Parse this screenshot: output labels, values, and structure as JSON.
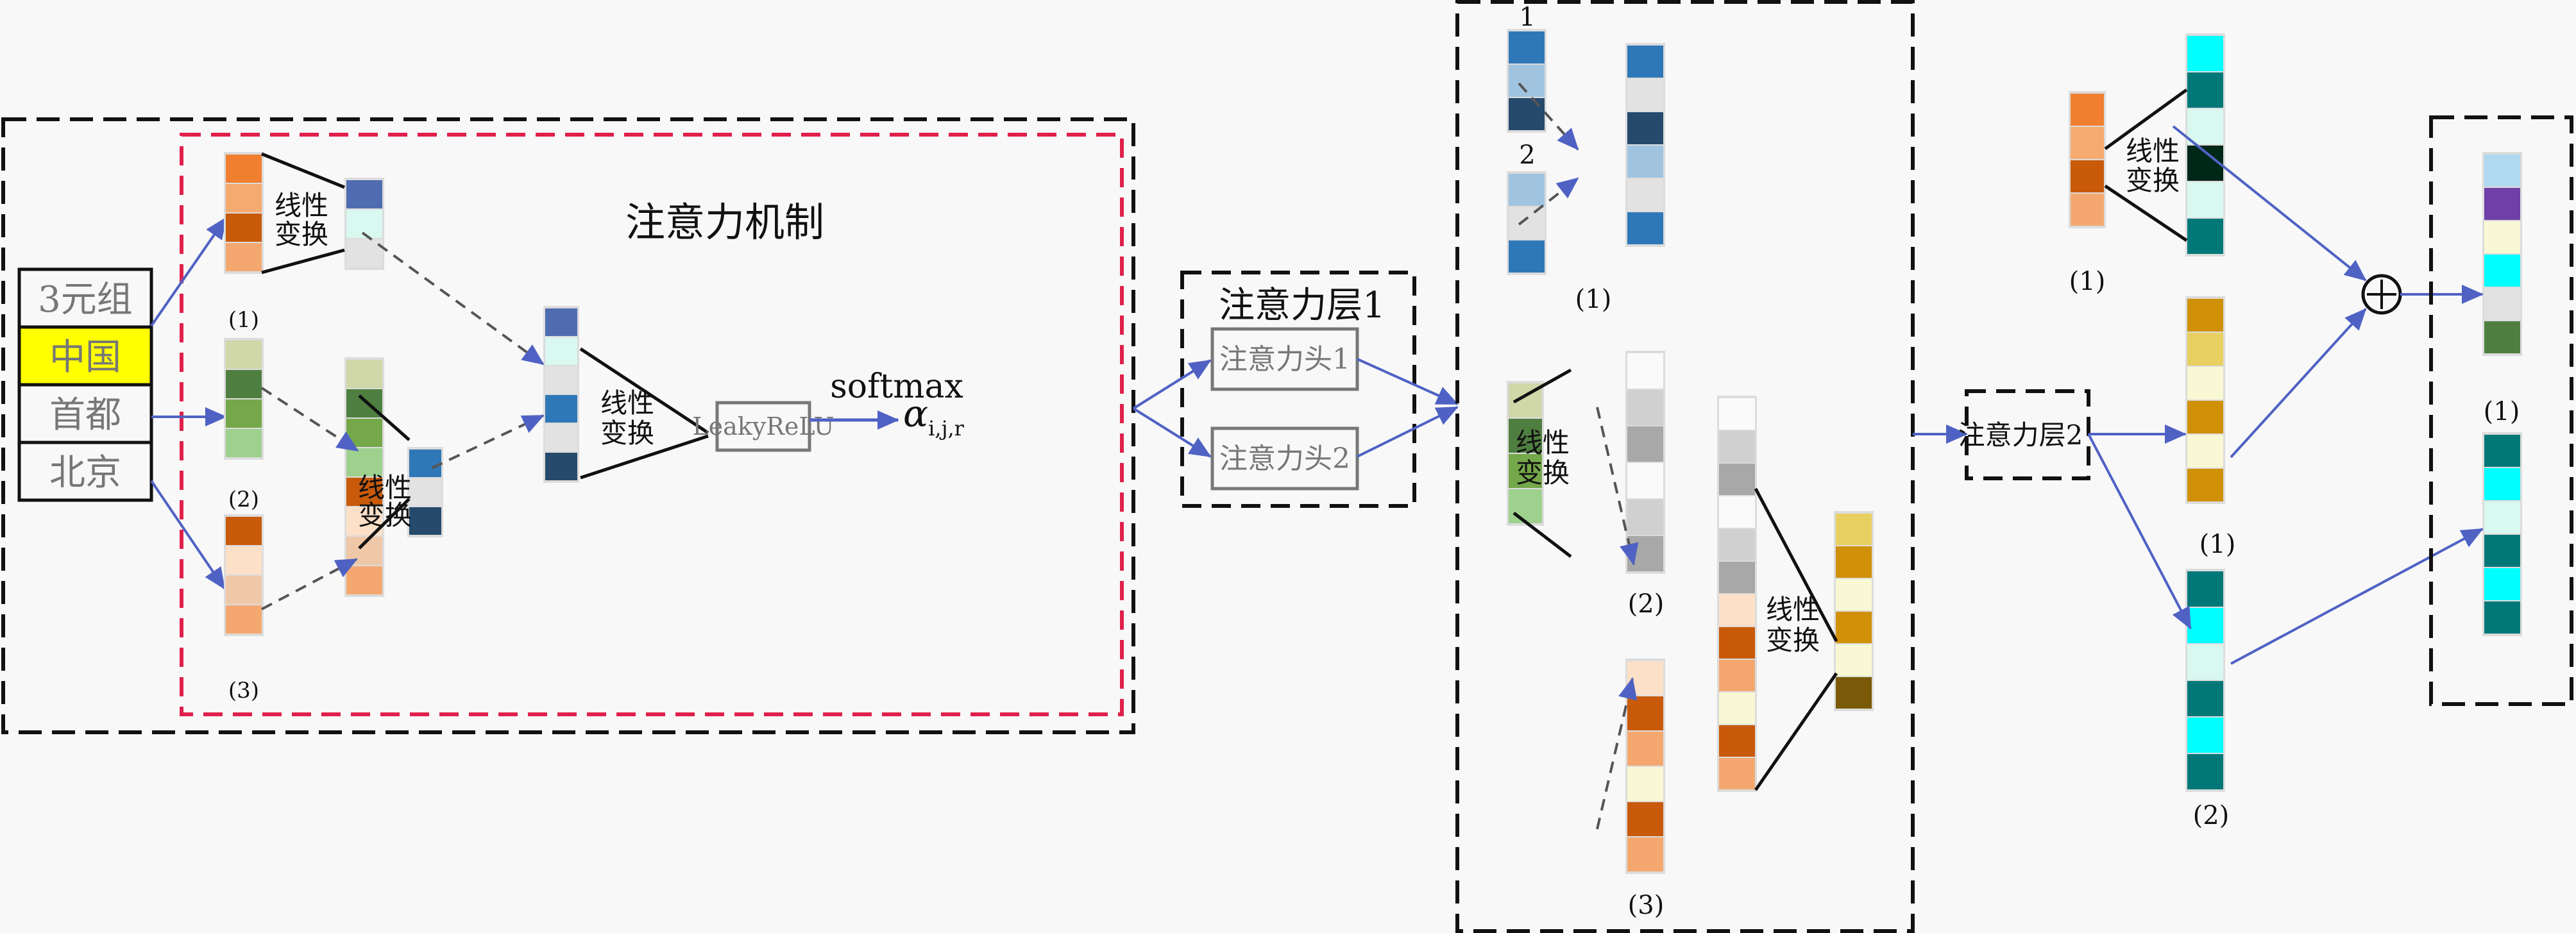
{
  "colors": {
    "arrow": "#4f62c4",
    "outer_box": "#111111",
    "attention_box": "#e0204a",
    "highlight": "#ffff00",
    "line": "#111111"
  },
  "triple_table": {
    "header": "3元组",
    "rows": [
      {
        "label": "中国",
        "highlighted": true
      },
      {
        "label": "首都",
        "highlighted": false
      },
      {
        "label": "北京",
        "highlighted": false
      }
    ]
  },
  "attention_mechanism": {
    "title": "注意力机制",
    "linear_label_1": "线性",
    "linear_label_2": "变换",
    "leaky_relu": "LeakyReLU",
    "softmax": "softmax",
    "alpha": "α",
    "alpha_sub": "i,j,r",
    "entity_labels": [
      "(1)",
      "(2)",
      "(3)"
    ],
    "vectors": {
      "e1": [
        "#f08030",
        "#f5aa70",
        "#c85a0a",
        "#f4a870"
      ],
      "e2": [
        "#d0d7a8",
        "#4f7f40",
        "#74a84a",
        "#9ed08e"
      ],
      "e3": [
        "#c85a0a",
        "#fde0c8",
        "#efc8a8",
        "#f4a870"
      ],
      "w1": [
        "#4f6cb0",
        "#d8f8f0",
        "#e2e2e2"
      ],
      "concat23": [
        "#d0d7a8",
        "#4f7f40",
        "#74a84a",
        "#9ed08e",
        "#c85a0a",
        "#fde0c8",
        "#efc8a8",
        "#f4a870"
      ],
      "w23": [
        "#2f78b8",
        "#e2e2e2",
        "#264a6c"
      ],
      "concat_all": [
        "#4f6cb0",
        "#d8f8f0",
        "#e2e2e2",
        "#2f78b8",
        "#e2e2e2",
        "#264a6c"
      ]
    }
  },
  "attention_layer_1": {
    "title": "注意力层1",
    "heads": [
      "注意力头1",
      "注意力头2"
    ]
  },
  "head_detail": {
    "top_labels": [
      "1",
      "2"
    ],
    "labels": [
      "(1)",
      "(2)",
      "(3)"
    ],
    "linear_label_1": "线性",
    "linear_label_2": "变换",
    "vectors": {
      "h1": [
        "#2f78b8",
        "#a0c4e0",
        "#264a6c"
      ],
      "h2": [
        "#a0c4e0",
        "#e2e2e2",
        "#2f78b8"
      ],
      "h_concat": [
        "#2f78b8",
        "#e2e2e2",
        "#264a6c",
        "#a0c4e0",
        "#e2e2e2",
        "#2f78b8"
      ],
      "green": [
        "#d0d7a8",
        "#4f7f40",
        "#74a84a",
        "#9ed08e"
      ],
      "gray": [
        "#fafafa",
        "#d0d0d0",
        "#a8a8a8",
        "#fafafa",
        "#d0d0d0",
        "#a8a8a8"
      ],
      "orange3": [
        "#fde0c8",
        "#c85a0a",
        "#f4a870",
        "#f8f8d4",
        "#c85a0a",
        "#f4a870"
      ],
      "big_concat": [
        "#fafafa",
        "#d0d0d0",
        "#a8a8a8",
        "#fafafa",
        "#d0d0d0",
        "#a8a8a8",
        "#fde0c8",
        "#c85a0a",
        "#f4a870",
        "#f8f8d4",
        "#c85a0a",
        "#f4a870"
      ],
      "gold": [
        "#e8d060",
        "#d09008",
        "#f8f8d4",
        "#d09008",
        "#f8f8d4",
        "#7a5a08"
      ]
    }
  },
  "attention_layer_2": {
    "title": "注意力层2",
    "linear_label_1": "线性",
    "linear_label_2": "变换",
    "labels": [
      "(1)",
      "(1)",
      "(2)",
      "(1)"
    ],
    "vectors": {
      "orange_in": [
        "#f08030",
        "#f5aa70",
        "#c85a0a",
        "#f4a870"
      ],
      "teal_out": [
        "#00ffff",
        "#007878",
        "#d8f8f0",
        "#002818",
        "#d8f8f0",
        "#007878"
      ],
      "gold_mid": [
        "#d09008",
        "#e8d060",
        "#f8f8d4",
        "#d09008",
        "#f8f8d4",
        "#d09008"
      ],
      "teal_mid": [
        "#007878",
        "#00ffff",
        "#d8f8f0",
        "#007878",
        "#00ffff",
        "#007878"
      ],
      "result_top": [
        "#b0d8f0",
        "#7040a8",
        "#f8f8d4",
        "#00ffff",
        "#e2e2e2",
        "#4f7f40"
      ],
      "result_bottom": [
        "#007878",
        "#00ffff",
        "#d8f8f0",
        "#007878",
        "#00ffff",
        "#007878"
      ]
    },
    "sum_symbol": "⊕"
  }
}
